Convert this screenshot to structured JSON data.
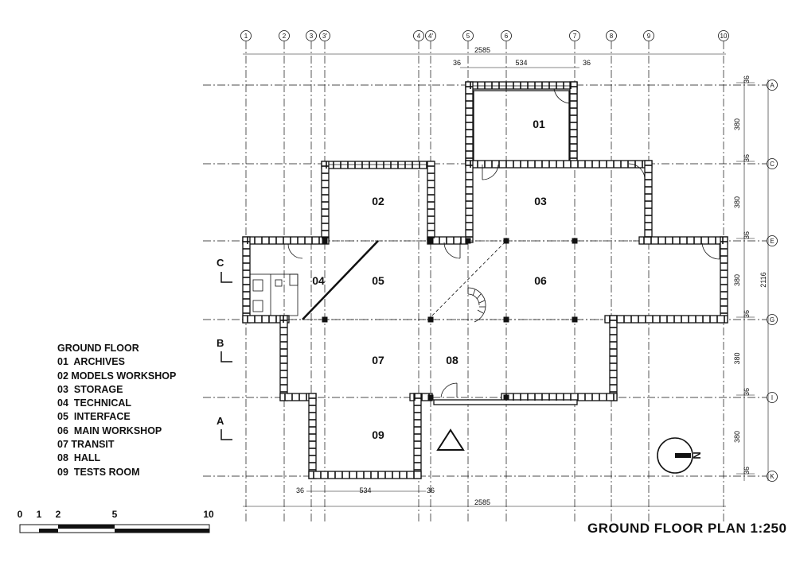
{
  "plan_title": "GROUND FLOOR PLAN 1:250",
  "legend": {
    "heading": "GROUND FLOOR",
    "rooms": [
      "01  ARCHIVES",
      "02 MODELS WORKSHOP",
      "03  STORAGE",
      "04  TECHNICAL",
      "05  INTERFACE",
      "06  MAIN WORKSHOP",
      "07 TRANSIT",
      "08  HALL",
      "09  TESTS ROOM"
    ]
  },
  "room_labels": [
    "01",
    "02",
    "03",
    "04",
    "05",
    "06",
    "07",
    "08",
    "09"
  ],
  "grid_columns": [
    "1",
    "2",
    "3",
    "3'",
    "4",
    "4'",
    "5",
    "6",
    "7",
    "8",
    "9",
    "10"
  ],
  "grid_rows": [
    "A",
    "C",
    "E",
    "G",
    "I",
    "K"
  ],
  "dimensions": {
    "overall_width": "2585",
    "top_bay": "534",
    "bottom_bay": "534",
    "wall": "36",
    "overall_height": "2116",
    "row_span": "380"
  },
  "section_marks": [
    "C",
    "B",
    "A"
  ],
  "north_symbol": "N",
  "scale_bar": [
    "0",
    "1",
    "2",
    "5",
    "10"
  ],
  "colors": {
    "ink": "#111111",
    "wall_fill": "#ffffff",
    "paper": "#ffffff"
  }
}
